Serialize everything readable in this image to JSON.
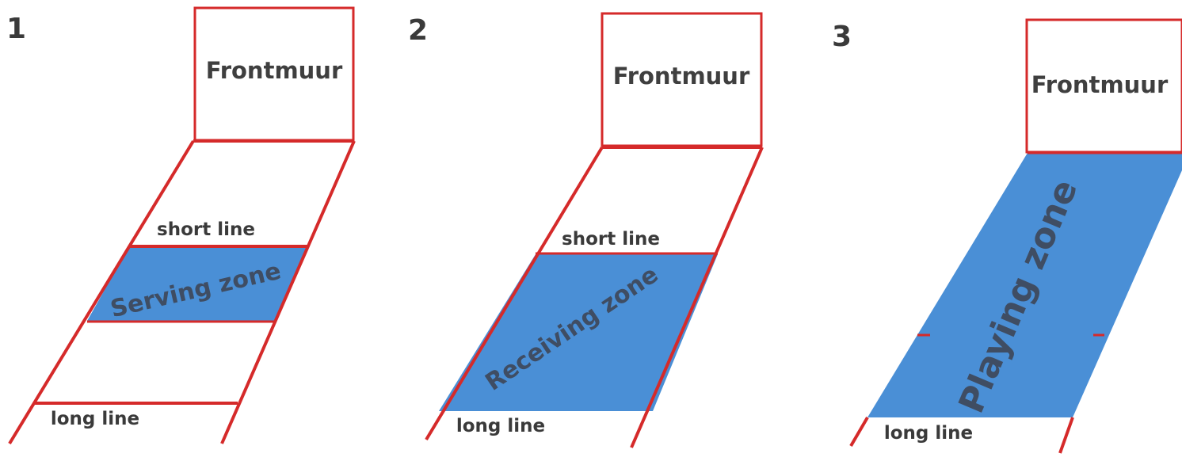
{
  "colors": {
    "court_line": "#d52a2a",
    "zone_fill": "#4a8fd6",
    "text": "#3a3a3a",
    "zone_text": "#3f4d63",
    "background": "#ffffff"
  },
  "panels": [
    {
      "number": "1",
      "wall_label": "Frontmuur",
      "short_line_label": "short line",
      "long_line_label": "long line",
      "zone_label": "Serving zone"
    },
    {
      "number": "2",
      "wall_label": "Frontmuur",
      "short_line_label": "short line",
      "long_line_label": "long line",
      "zone_label": "Receiving zone"
    },
    {
      "number": "3",
      "wall_label": "Frontmuur",
      "long_line_label": "long line",
      "zone_label": "Playing zone"
    }
  ]
}
